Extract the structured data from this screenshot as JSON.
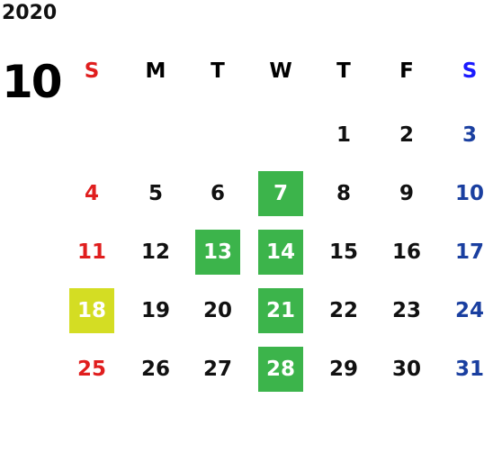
{
  "calendar": {
    "year": "2020",
    "month": "10",
    "weekdays": [
      "S",
      "M",
      "T",
      "W",
      "T",
      "F",
      "S"
    ],
    "days": {
      "d1": "1",
      "d2": "2",
      "d3": "3",
      "d4": "4",
      "d5": "5",
      "d6": "6",
      "d7": "7",
      "d8": "8",
      "d9": "9",
      "d10": "10",
      "d11": "11",
      "d12": "12",
      "d13": "13",
      "d14": "14",
      "d15": "15",
      "d16": "16",
      "d17": "17",
      "d18": "18",
      "d19": "19",
      "d20": "20",
      "d21": "21",
      "d22": "22",
      "d23": "23",
      "d24": "24",
      "d25": "25",
      "d26": "26",
      "d27": "27",
      "d28": "28",
      "d29": "29",
      "d30": "30",
      "d31": "31"
    },
    "colors": {
      "sunday": "#e01e1e",
      "saturday": "#1a3fa0",
      "highlight_green": "#3cb44b",
      "highlight_yellow": "#d4dd23"
    },
    "highlighted_green_days": [
      "7",
      "13",
      "14",
      "21",
      "28"
    ],
    "highlighted_yellow_days": [
      "18"
    ]
  }
}
